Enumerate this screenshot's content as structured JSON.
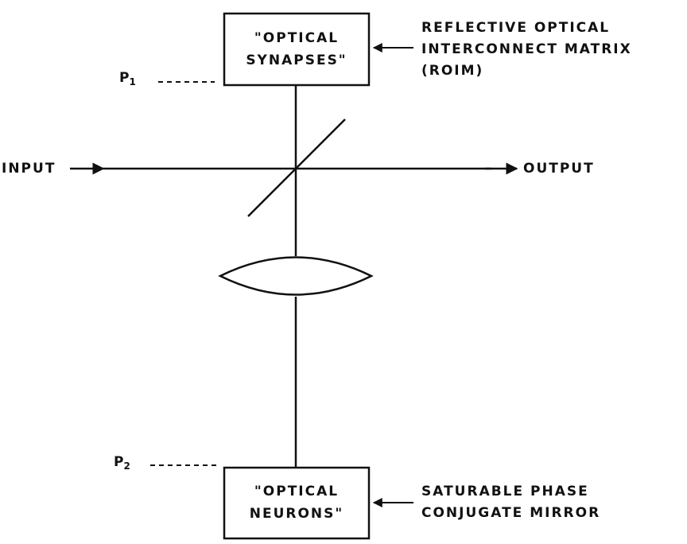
{
  "colors": {
    "ink": "#111111",
    "background": "#ffffff"
  },
  "boxes": {
    "synapses": {
      "line1": "\"OPTICAL",
      "line2": "SYNAPSES\""
    },
    "neurons": {
      "line1": "\"OPTICAL",
      "line2": "NEURONS\""
    }
  },
  "annotations": {
    "roim": {
      "line1": "REFLECTIVE OPTICAL",
      "line2": "INTERCONNECT MATRIX",
      "line3": "(ROIM)"
    },
    "pcm": {
      "line1": "SATURABLE PHASE",
      "line2": "CONJUGATE MIRROR"
    }
  },
  "io": {
    "input": "INPUT",
    "output": "OUTPUT"
  },
  "planes": {
    "p1": {
      "letter": "P",
      "sub": "1"
    },
    "p2": {
      "letter": "P",
      "sub": "2"
    }
  }
}
